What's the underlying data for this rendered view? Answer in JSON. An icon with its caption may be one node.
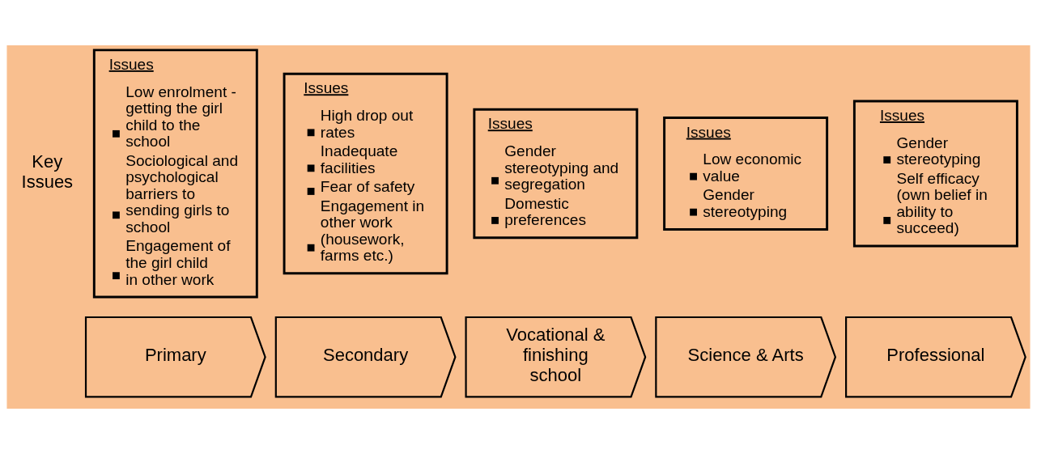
{
  "diagram": {
    "nodes": [
      {
        "text": [
          "Issues",
          "Low enrolment - getting the girl child to the school",
          "Sociological and psychological barriers to sending girls to school",
          "Engagement of the girl child in other work"
        ]
      },
      {
        "text": [
          "Issues",
          "High drop out rates",
          "Inadequate facilities",
          "Fear of safety",
          "Engagement in other work (housework, farms etc.)"
        ]
      },
      {
        "text": [
          "Issues",
          "Gender stereotyping and segregation",
          "Domestic preferences"
        ]
      },
      {
        "text": [
          "Issues",
          "Low economic value",
          "Gender stereotyping"
        ]
      },
      {
        "text": [
          "Issues",
          "Gender stereotyping",
          "Self efficacy (own belief in ability to succeed)"
        ]
      },
      {
        "text": [
          "Primary"
        ]
      },
      {
        "text": [
          "Secondary"
        ]
      },
      {
        "text": [
          "Vocational & finishing school"
        ]
      },
      {
        "text": [
          "Science & Arts"
        ]
      },
      {
        "text": [
          "Professional"
        ]
      }
    ],
    "labels": [
      "Key Issues"
    ]
  }
}
